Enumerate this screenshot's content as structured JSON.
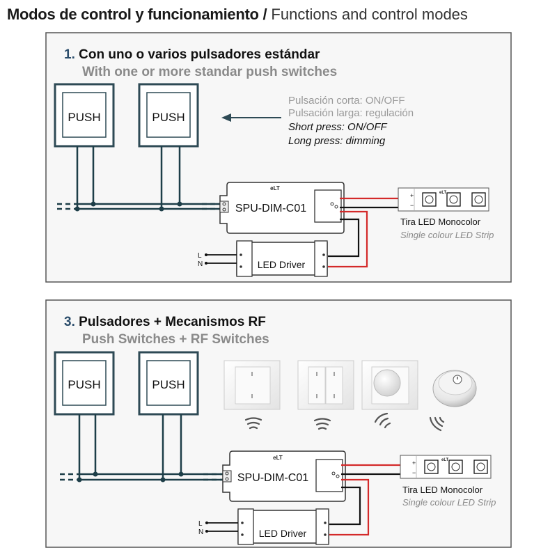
{
  "header": {
    "title_es": "Modos de control y funcionamiento /",
    "title_en": "Functions and control modes"
  },
  "panel_1": {
    "number": "1.",
    "title_es": "Con uno o varios pulsadores estándar",
    "title_en": "With one or more standar push switches",
    "switch_labels": [
      "PUSH",
      "PUSH"
    ],
    "notes": [
      "Pulsación corta: ON/OFF",
      "Pulsación larga: regulación",
      "Short press: ON/OFF",
      "Long press: dimming"
    ],
    "controller": {
      "brand": "eLT",
      "model": "SPU-DIM-C01"
    },
    "driver": {
      "label": "LED Driver",
      "input_l": "L",
      "input_n": "N"
    },
    "strip": {
      "brand": "eLT",
      "plus": "+",
      "minus": "−",
      "label_es": "Tira LED Monocolor",
      "label_en": "Single colour LED Strip"
    }
  },
  "panel_3": {
    "number": "3.",
    "title_es": "Pulsadores + Mecanismos RF",
    "title_en": "Push Switches + RF Switches",
    "switch_labels": [
      "PUSH",
      "PUSH"
    ],
    "rf_devices": [
      "rf-single-wall-switch",
      "rf-double-wall-switch",
      "rf-rotary-dimmer",
      "rf-round-remote"
    ],
    "controller": {
      "brand": "eLT",
      "model": "SPU-DIM-C01"
    },
    "driver": {
      "label": "LED Driver",
      "input_l": "L",
      "input_n": "N"
    },
    "strip": {
      "brand": "eLT",
      "plus": "+",
      "minus": "−",
      "label_es": "Tira LED Monocolor",
      "label_en": "Single colour LED Strip"
    }
  },
  "colors": {
    "frame": "#2e4a55",
    "wire_dark": "#1d3e48",
    "wire_red": "#d42a2a",
    "wire_black": "#111111",
    "heading": "#111111",
    "subheading": "#8a8a8a",
    "panel_border": "#555555",
    "panel_bg": "#f7f7f7"
  }
}
